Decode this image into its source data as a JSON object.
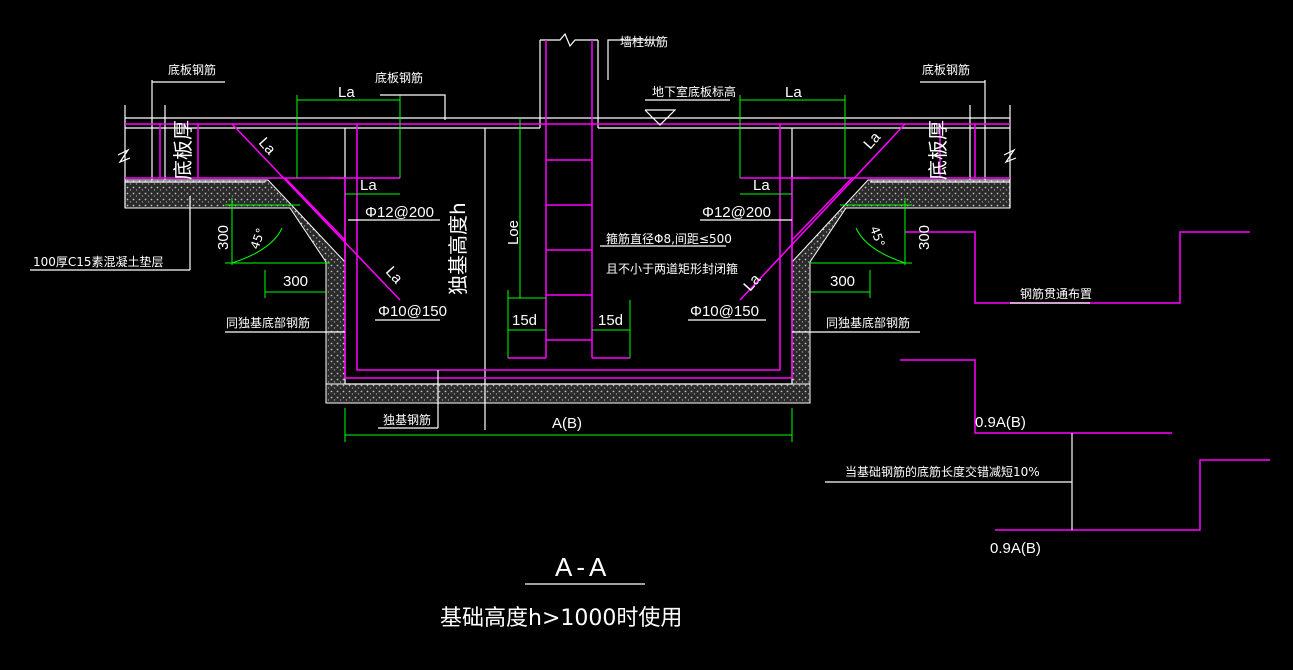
{
  "colors": {
    "background": "#000000",
    "outline": "#ffffff",
    "rebar": "#ff00ff",
    "dimension": "#00ff00",
    "concrete": "#8a8a8a"
  },
  "labels": {
    "wall_column_rebar": "墙柱纵筋",
    "slab_rebar_left": "底板钢筋",
    "slab_rebar_center": "底板钢筋",
    "slab_rebar_right": "底板钢筋",
    "basement_slab_elevation": "地下室底板标高",
    "slab_thickness_left": "底板厚",
    "slab_thickness_right": "底板厚",
    "footing_height": "独基高度h",
    "cushion_layer": "100厚C15素混凝土垫层",
    "stirrup_note_1": "箍筋直径Φ8,间距≤500",
    "stirrup_note_2": "且不小于两道矩形封闭箍",
    "same_footing_bottom_left": "同独基底部钢筋",
    "same_footing_bottom_right": "同独基底部钢筋",
    "footing_rebar": "独基钢筋",
    "rebar_through": "钢筋贯通布置",
    "reduction_note": "当基础钢筋的底筋长度交错减短10%"
  },
  "dimensions": {
    "la_top_left": "La",
    "la_top_right": "La",
    "la_mid_left": "La",
    "la_mid_right": "La",
    "la_diag_left": "La",
    "la_diag_right": "La",
    "la_diag_left_low": "La",
    "la_diag_right_low": "La",
    "loe": "Loe",
    "bar_12_left": "Φ12@200",
    "bar_12_right": "Φ12@200",
    "bar_10_left": "Φ10@150",
    "bar_10_right": "Φ10@150",
    "d15_left": "15d",
    "d15_right": "15d",
    "h300_left": "300",
    "h300_right": "300",
    "w300_left": "300",
    "w300_right": "300",
    "angle_left": "45°",
    "angle_right": "45°",
    "width_ab": "A(B)",
    "ab90_top": "0.9A(B)",
    "ab90_bottom": "0.9A(B)"
  },
  "title": {
    "section": "A-A",
    "subtitle": "基础高度h>1000时使用"
  }
}
